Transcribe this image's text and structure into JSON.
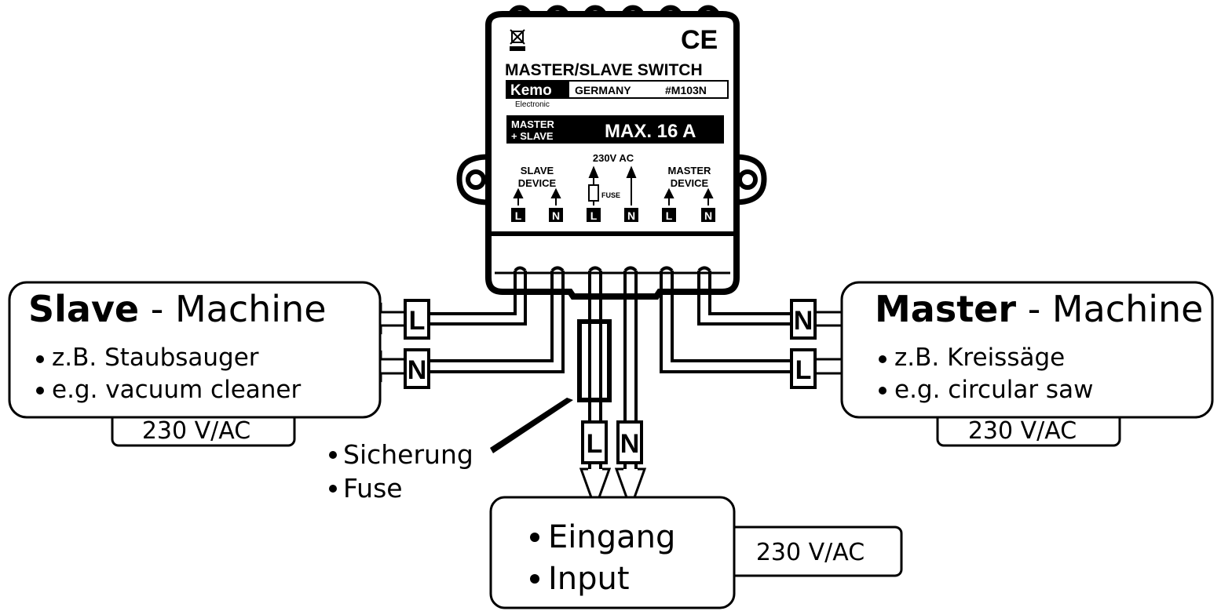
{
  "module": {
    "title": "MASTER/SLAVE SWITCH",
    "brand": "Kemo",
    "brand_sub": "Electronic",
    "country": "GERMANY",
    "model": "#M103N",
    "ce_mark": "CE",
    "rating_label_line1": "MASTER",
    "rating_label_line2": "+ SLAVE",
    "rating_value": "MAX. 16 A",
    "slave_device_line1": "SLAVE",
    "slave_device_line2": "DEVICE",
    "ac_label": "230V AC",
    "fuse_label": "FUSE",
    "master_device_line1": "MASTER",
    "master_device_line2": "DEVICE",
    "terminals": [
      "L",
      "N",
      "L",
      "N",
      "L",
      "N"
    ]
  },
  "slave_machine": {
    "title_bold": "Slave",
    "title_rest": " - Machine",
    "bullets": [
      "z.B. Staubsauger",
      "e.g. vacuum cleaner"
    ],
    "voltage": "230 V/AC",
    "wire_labels": [
      "L",
      "N"
    ]
  },
  "master_machine": {
    "title_bold": "Master",
    "title_rest": " - Machine",
    "bullets": [
      "z.B. Kreissäge",
      "e.g. circular saw"
    ],
    "voltage": "230 V/AC",
    "wire_labels": [
      "N",
      "L"
    ]
  },
  "fuse_callout": {
    "bullets": [
      "Sicherung",
      "Fuse"
    ]
  },
  "input": {
    "bullets": [
      "Eingang",
      "Input"
    ],
    "voltage": "230 V/AC",
    "wire_labels": [
      "L",
      "N"
    ]
  },
  "icons": [
    "weee-bin-icon",
    "ce-mark-icon",
    "fuse-icon",
    "arrow-icon"
  ]
}
